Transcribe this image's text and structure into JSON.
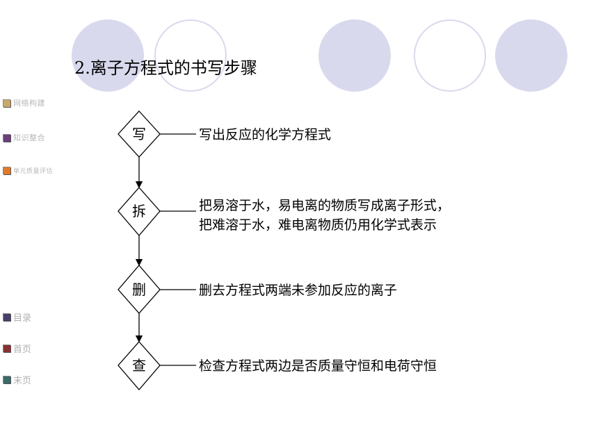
{
  "title": "2.离子方程式的书写步骤",
  "sidebar": {
    "items": [
      {
        "label": "网络构建",
        "color": "#c8a86a"
      },
      {
        "label": "知识整合",
        "color": "#6a3f7a"
      },
      {
        "label": "单元质量评估",
        "color": "#e07a2a"
      }
    ],
    "nav": [
      {
        "label": "目录",
        "color": "#4a3f6a"
      },
      {
        "label": "首页",
        "color": "#8a3030"
      },
      {
        "label": "末页",
        "color": "#3a6a6a"
      }
    ]
  },
  "steps": [
    {
      "char": "写",
      "lines": [
        "写出反应的化学方程式"
      ]
    },
    {
      "char": "拆",
      "lines": [
        "把易溶于水，易电离的物质写成离子形式，",
        "把难溶于水，难电离物质仍用化学式表示"
      ]
    },
    {
      "char": "删",
      "lines": [
        "删去方程式两端未参加反应的离子"
      ]
    },
    {
      "char": "查",
      "lines": [
        "检查方程式两边是否质量守恒和电荷守恒"
      ]
    }
  ],
  "colors": {
    "circle": "#d9d9ee"
  }
}
